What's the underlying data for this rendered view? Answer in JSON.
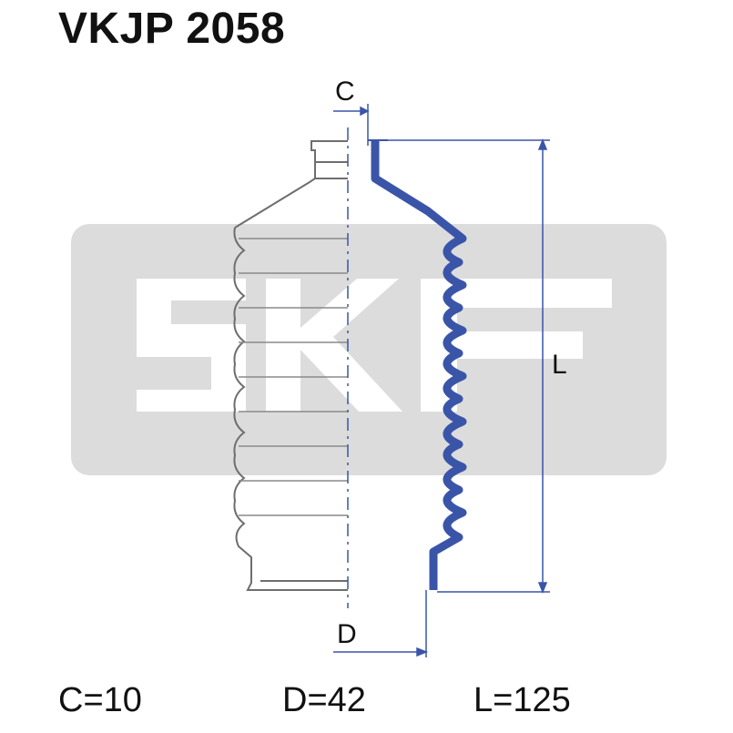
{
  "part_number": "VKJP 2058",
  "logo": {
    "text": "SKF",
    "color": "#dcdcdc"
  },
  "labels": {
    "c": "C",
    "d": "D",
    "l": "L"
  },
  "dimensions": {
    "c": "C=10",
    "d": "D=42",
    "l": "L=125"
  },
  "colors": {
    "profile": "#3a55a8",
    "outline": "#6e6e6e",
    "dimension": "#3a55a8"
  }
}
